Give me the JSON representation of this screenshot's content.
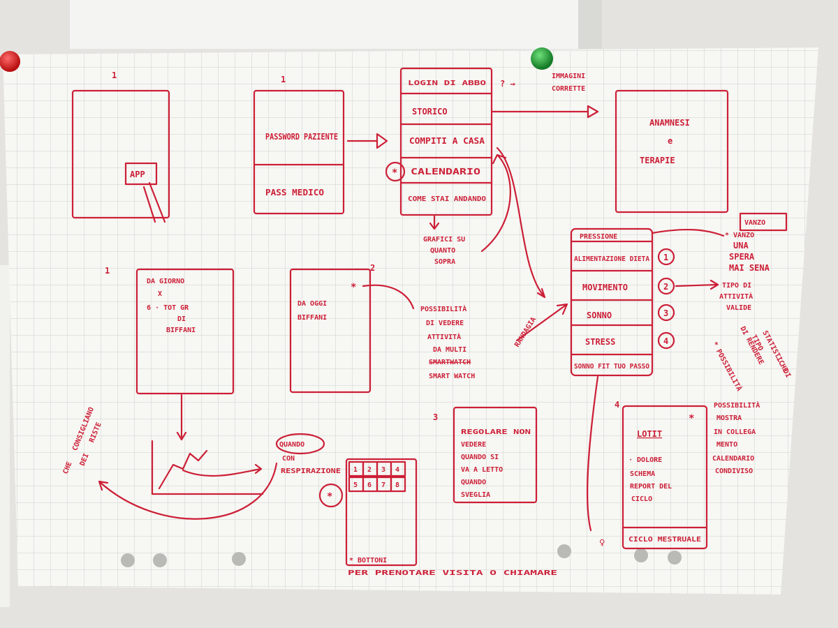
{
  "colors": {
    "wall": "#e4e3df",
    "whiteboard": "#f4f5f3",
    "paper": "#f7f7f4",
    "grid": "#c9cdc9",
    "ink": "#cc1f36",
    "pin_red": "#d81c1c",
    "pin_green": "#1f9a35",
    "punch_hole": "#b9b9b6"
  },
  "sketch": {
    "top_left_phone": {
      "number": "1",
      "button": "APP"
    },
    "login": {
      "number": "1",
      "patient": "PASSWORD PAZIENTE",
      "doctor": "PASS MEDICO"
    },
    "menu": {
      "items": [
        "LOGIN DI ABBO",
        "STORICO",
        "COMPITI A CASA",
        "CALENDARIO",
        "COME STAI ANDANDO"
      ],
      "marker": "*",
      "note_arrow": "? →",
      "note_images": "IMMAGINI",
      "note_images2": "CORRETTE",
      "note_charts": [
        "GRAFICI SU",
        "QUANTO",
        "SOPRA"
      ]
    },
    "anamnesi": {
      "line1": "ANAMNESI",
      "line2": "e",
      "line3": "TERAPIE"
    },
    "day_screen": {
      "number": "1",
      "lines": [
        "DA GIORNO",
        "X",
        "6 · TOT GR",
        "DI",
        "BIFFANI"
      ]
    },
    "today_screen": {
      "number": "2",
      "lines": [
        "DA OGGI",
        "BIFFANI"
      ],
      "marker": "*",
      "note": [
        "POSSIBILITÀ",
        "DI VEDERE",
        "ATTIVITÀ",
        "DA MULTI",
        "SMARTWATCH",
        "SMART WATCH"
      ]
    },
    "chart_note": {
      "bubble": [
        "QUANDO",
        "CON",
        "RESPIRAZIONE"
      ],
      "side": [
        "CHE",
        "CONSIGLIANO",
        "DEI",
        "RISTE"
      ]
    },
    "keypad": {
      "keys": [
        "1",
        "2",
        "3",
        "4",
        "5",
        "6",
        "7",
        "8"
      ],
      "marker": "*",
      "note": "* BOTTONI",
      "note2": "PER PRENOTARE VISITA O CHIAMARE"
    },
    "reminder": {
      "number": "3",
      "lines": [
        "REGOLARE NON",
        "VEDERE",
        "QUANDO SI",
        "VA A LETTO",
        "QUANDO",
        "SVEGLIA"
      ]
    },
    "pressure": {
      "header": "PRESSIONE",
      "items": [
        "ALIMENTAZIONE DIETA",
        "MOVIMENTO",
        "SONNO",
        "STRESS"
      ],
      "badges": [
        "1",
        "2",
        "3",
        "4"
      ],
      "footer": "SONNO FIT TUO PASSO",
      "side_label": "RANDAGIA",
      "box_note": "VANZO",
      "note_right": [
        "* VANZO",
        "UNA",
        "SPERA",
        "MAI SENA"
      ],
      "note_activity": [
        "TIPO DI",
        "ATTIVITÀ",
        "VALIDE"
      ],
      "note_diag": [
        "* POSSIBILITÀ",
        "DI RENDERE",
        "TIPO",
        "STATISTICHE",
        "... DI"
      ]
    },
    "cycle": {
      "number": "4",
      "title": "LOTIT",
      "marker": "*",
      "items": [
        "· DOLORE",
        "SCHEMA",
        "REPORT DEL",
        "CICLO"
      ],
      "footer": "CICLO MESTRUALE",
      "symbol": "♀",
      "note": [
        "POSSIBILITÀ",
        "MOSTRA",
        "IN COLLEGA",
        "MENTO",
        "CALENDARIO",
        "CONDIVISO"
      ]
    }
  }
}
